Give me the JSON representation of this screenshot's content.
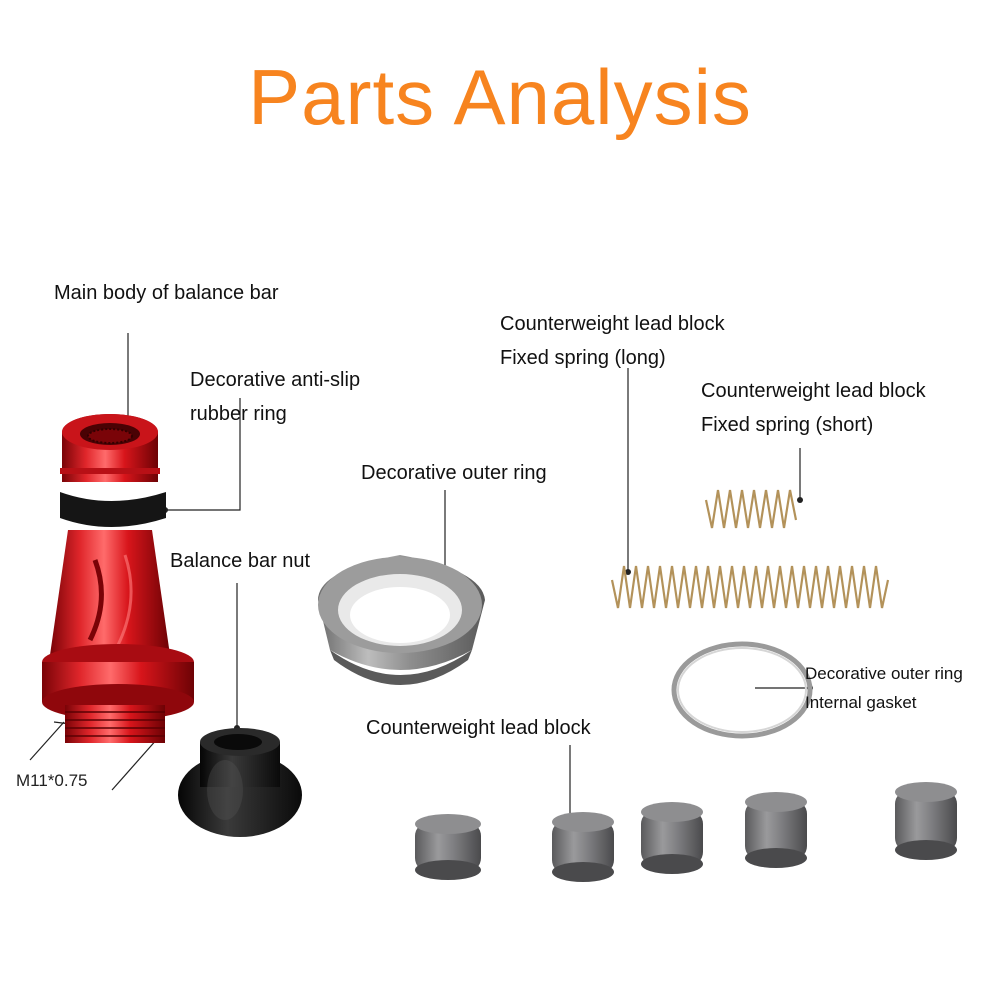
{
  "title": "Parts Analysis",
  "colors": {
    "title": "#f7841f",
    "body_red": "#d8151b",
    "leader": "#222222"
  },
  "labels": {
    "main_body": "Main body of balance bar",
    "anti_slip_line1": "Decorative anti-slip",
    "anti_slip_line2": "rubber ring",
    "nut": "Balance bar nut",
    "outer_ring": "Decorative outer ring",
    "spring_long_line1": "Counterweight lead block",
    "spring_long_line2": "Fixed spring (long)",
    "spring_short_line1": "Counterweight lead block",
    "spring_short_line2": "Fixed spring (short)",
    "gasket_line1": "Decorative outer ring",
    "gasket_line2": "Internal gasket",
    "lead_block": "Counterweight lead block",
    "thread_size": "M11*0.75"
  },
  "lead_block_count": 5
}
